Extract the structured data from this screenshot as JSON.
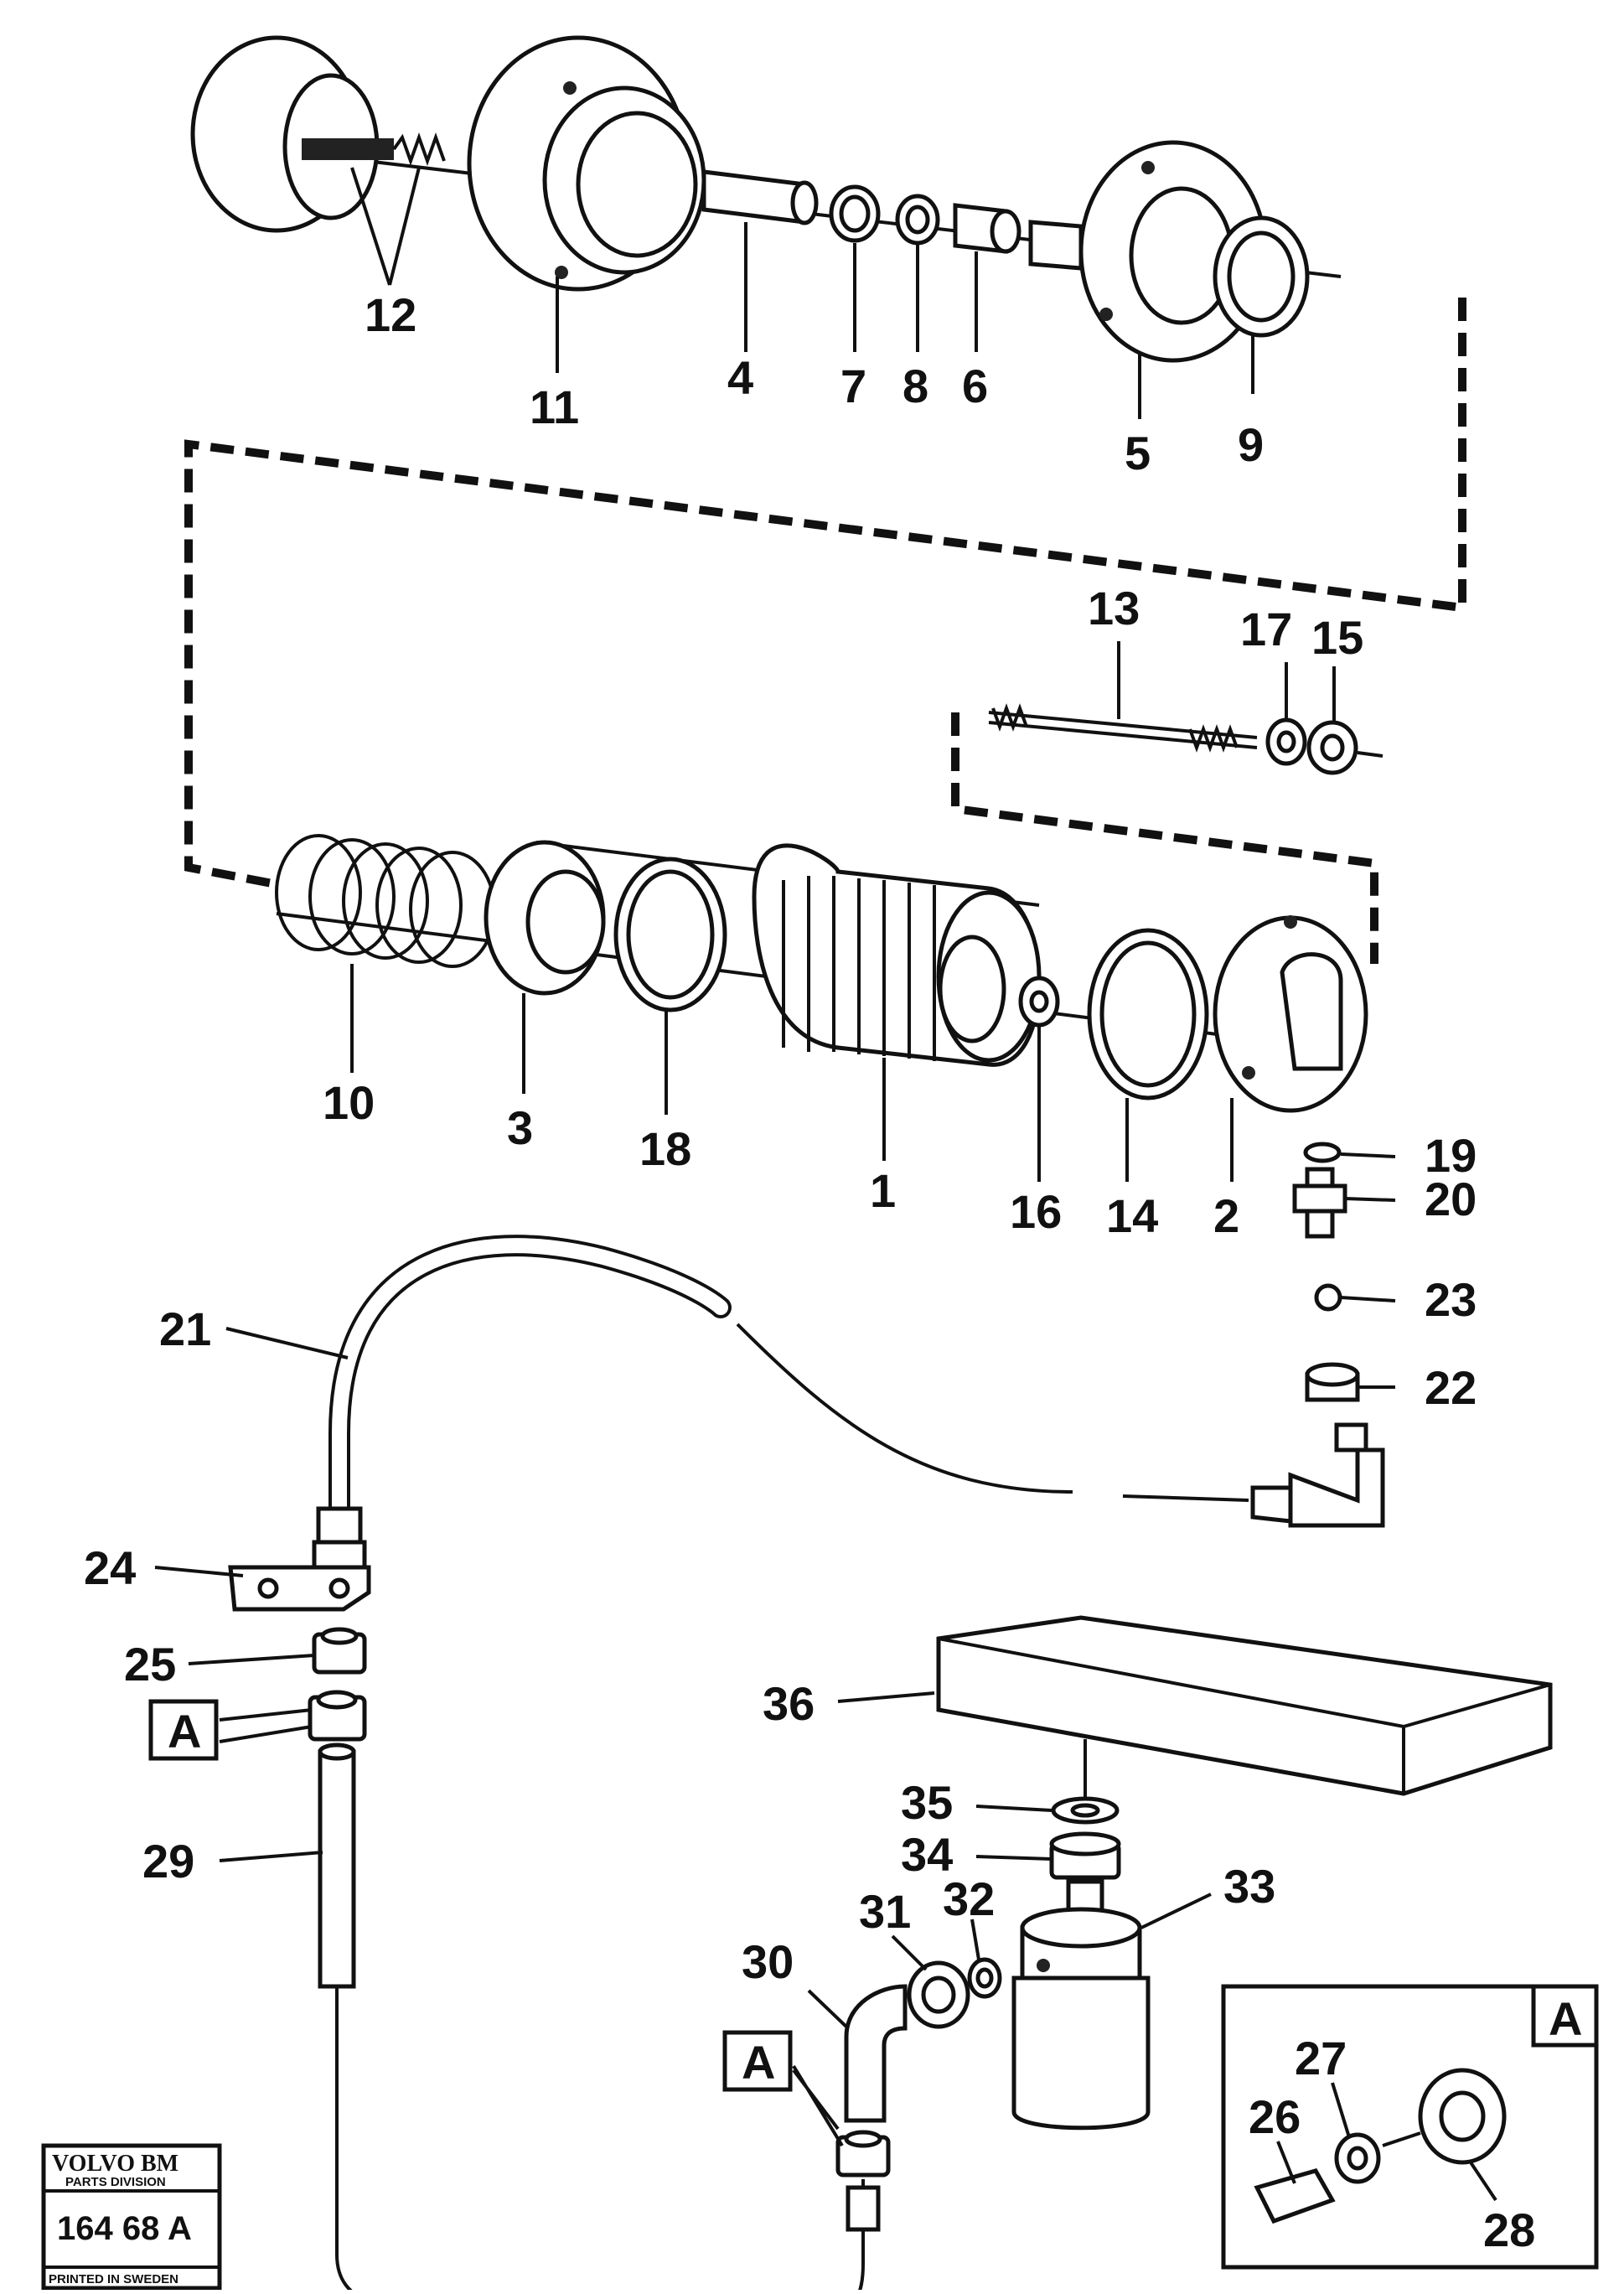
{
  "labels": {
    "l1": "1",
    "l2": "2",
    "l3": "3",
    "l4": "4",
    "l5": "5",
    "l6": "6",
    "l7": "7",
    "l8": "8",
    "l9": "9",
    "l10": "10",
    "l11": "11",
    "l12": "12",
    "l13": "13",
    "l14": "14",
    "l15": "15",
    "l16": "16",
    "l17": "17",
    "l18": "18",
    "l19": "19",
    "l20": "20",
    "l21": "21",
    "l22": "22",
    "l23": "23",
    "l24": "24",
    "l25": "25",
    "l26": "26",
    "l27": "27",
    "l28": "28",
    "l29": "29",
    "l30": "30",
    "l31": "31",
    "l32": "32",
    "l33": "33",
    "l34": "34",
    "l35": "35",
    "l36": "36"
  },
  "detail_tag": "A",
  "logo": {
    "brand": "VOLVO BM",
    "division": "PARTS DIVISION",
    "number": "164 68  A",
    "printed": "PRINTED IN SWEDEN"
  }
}
